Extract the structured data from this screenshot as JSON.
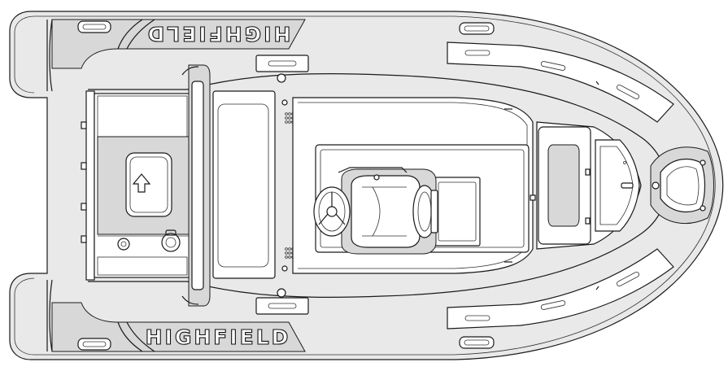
{
  "brand": {
    "top_logo": "HIGHFIELD",
    "bottom_logo": "HIGHFIELD"
  },
  "colors": {
    "outline": "#1a1a1a",
    "tube_fill": "#ebebeb",
    "deck_fill": "#ffffff",
    "seat_fill": "#dcdcdc"
  },
  "icons": [
    "boat-hull-outline",
    "steering-wheel-icon",
    "helm-seat-icon",
    "bow-locker-icon",
    "fuel-hatch-icon",
    "fuel-cap-icon",
    "grab-handle-icon",
    "drain-plug-icon"
  ]
}
